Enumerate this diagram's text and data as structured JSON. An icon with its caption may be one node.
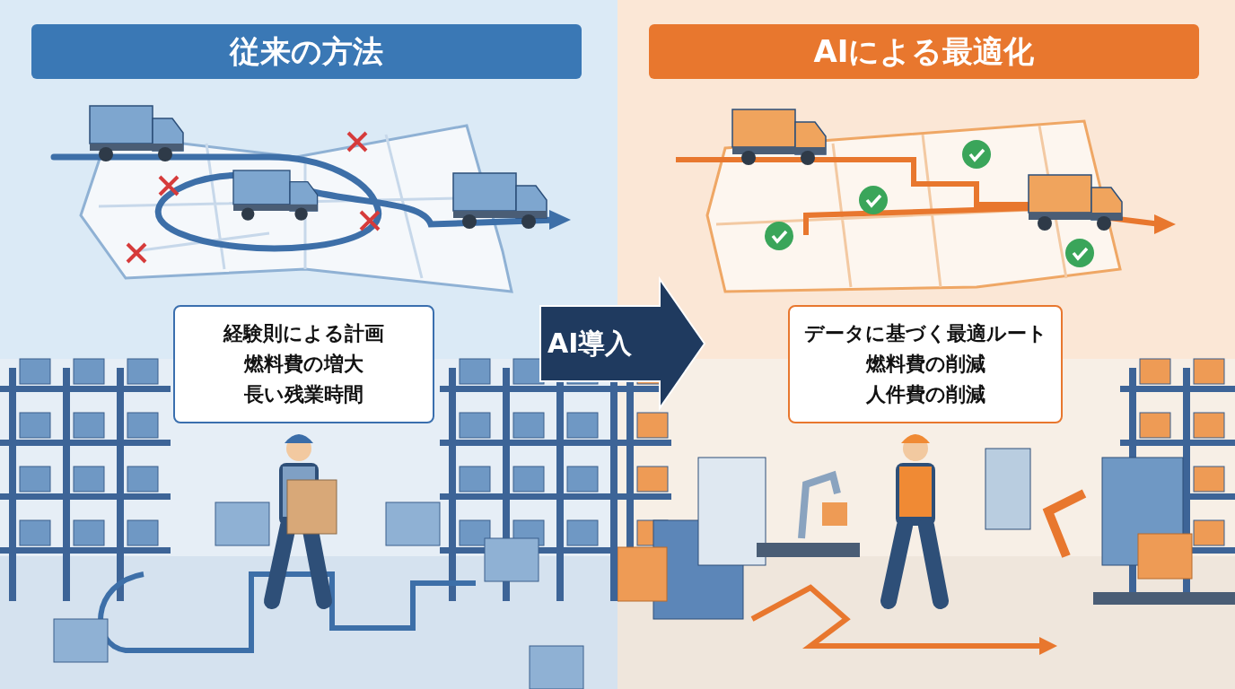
{
  "diagram": {
    "nodes": [
      {
        "text": [
          "従来の方法"
        ]
      },
      {
        "text": [
          "経験則による計画",
          "燃料費の増大",
          "長い残業時間"
        ],
        "in": 0
      },
      {
        "text": [
          "AIによる最適化"
        ]
      },
      {
        "text": [
          "データに基づく最適ルート",
          "燃料費の削減",
          "人件費の削減"
        ],
        "in": 2
      }
    ],
    "edges": [
      {
        "from": 0,
        "to": 2,
        "arrow": "to",
        "label": "AI導入"
      }
    ]
  }
}
